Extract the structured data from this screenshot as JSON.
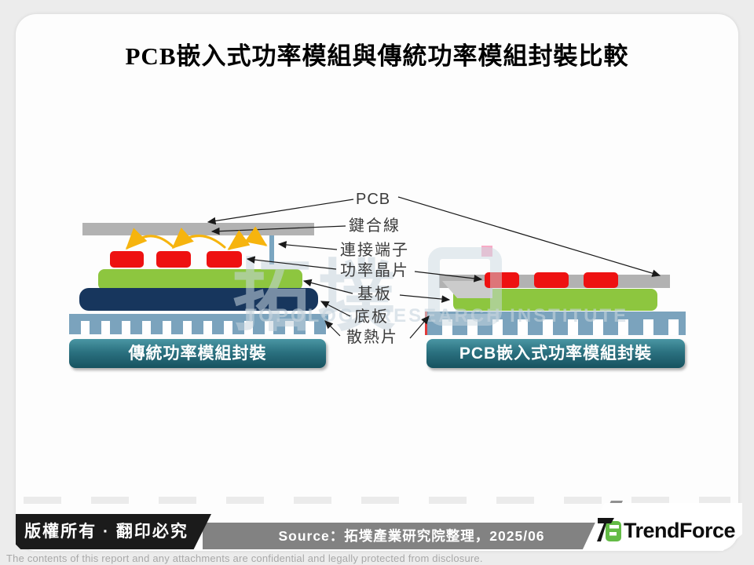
{
  "slide": {
    "title": "PCB嵌入式功率模組與傳統功率模組封裝比較"
  },
  "diagram": {
    "labels": {
      "pcb": "PCB",
      "bonding_wire": "鍵合線",
      "terminal": "連接端子",
      "power_chip": "功率晶片",
      "substrate": "基板",
      "baseplate": "底板",
      "heatsink": "散熱片"
    },
    "left_module": {
      "caption": "傳統功率模組封裝"
    },
    "right_module": {
      "caption": "PCB嵌入式功率模組封裝"
    },
    "colors": {
      "pcb_gray": "#b2b2b2",
      "chip_red": "#ee1111",
      "substrate_green": "#8dc63f",
      "baseplate_navy": "#17365d",
      "heatsink_blue": "#7ba3bd",
      "wire_yellow": "#f6b40e",
      "terminal_blue": "#7aa5c0",
      "caption_teal": "#2b7180",
      "pink_marker": "#f8abc6"
    }
  },
  "watermark": {
    "cjk": "拓墣",
    "latin": "TOPOLOGY RESEARCH INSTITUTE"
  },
  "footer": {
    "copyright": "版權所有 · 翻印必究",
    "source": "Source：拓墣產業研究院整理，2025/06",
    "brand": "TrendForce",
    "disclaimer": "The contents of this report and any attachments are confidential and legally protected from disclosure."
  }
}
